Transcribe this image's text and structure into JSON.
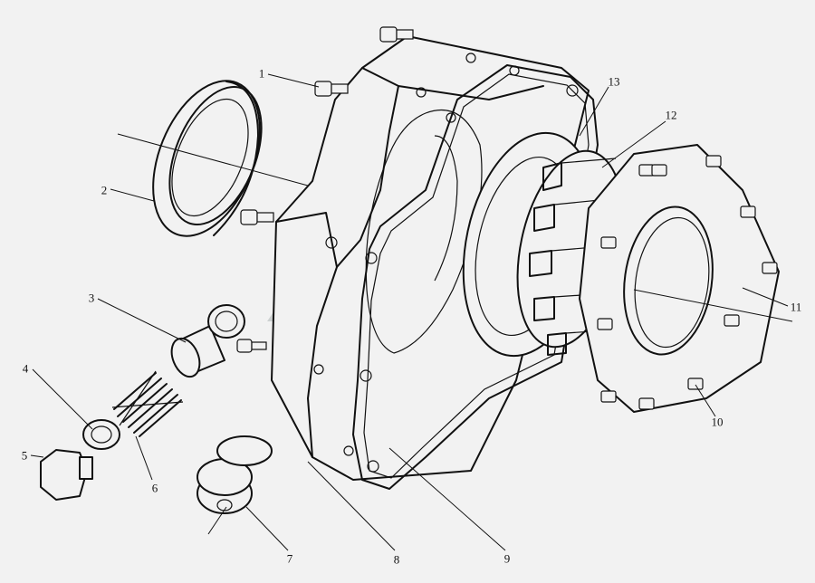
{
  "diagram": {
    "callouts": [
      "1",
      "2",
      "3",
      "4",
      "5",
      "6",
      "7",
      "8",
      "9",
      "10",
      "11",
      "12",
      "13"
    ],
    "watermark_color": "#c6cbcb",
    "ink_color": "#111111",
    "background_color": "#f2f2f2"
  }
}
